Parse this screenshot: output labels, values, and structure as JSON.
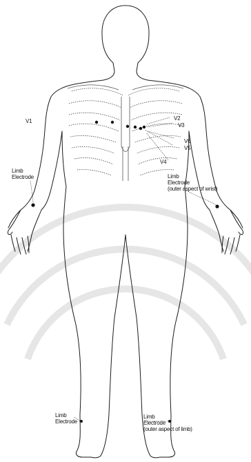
{
  "labels": {
    "v1": "V1",
    "v2": "V2",
    "v3": "V3",
    "v6": "V6",
    "v5": "V5",
    "v4": "V4",
    "right_arm": [
      "Limb",
      "Electrode"
    ],
    "left_arm": [
      "Limb",
      "Electrode",
      "(outer aspect of wrist)"
    ],
    "right_leg": [
      "Limb",
      "Electrode"
    ],
    "left_leg": [
      "Limb",
      "Electrode",
      "(outer aspect of limb)"
    ]
  },
  "colors": {
    "outline": "#1a1a1a",
    "electrode": "#111111",
    "watermark": "#e6e6e6"
  }
}
